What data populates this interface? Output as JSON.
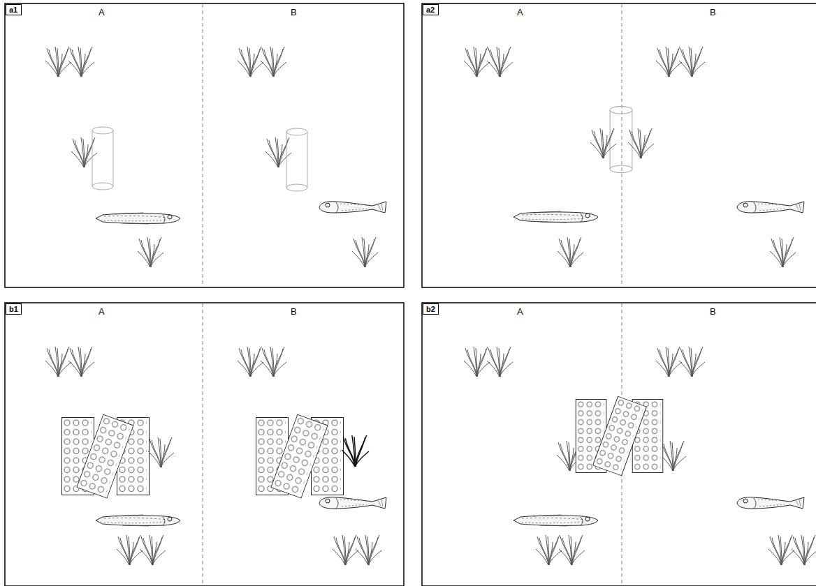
{
  "diagram": {
    "nodes": [
      {
        "text": [
          "a1"
        ]
      },
      {
        "text": [
          "a2"
        ]
      },
      {
        "text": [
          "b1"
        ]
      },
      {
        "text": [
          "b2"
        ]
      }
    ],
    "labels": [
      "A",
      "B",
      "A",
      "B",
      "A",
      "B",
      "A",
      "B"
    ]
  }
}
